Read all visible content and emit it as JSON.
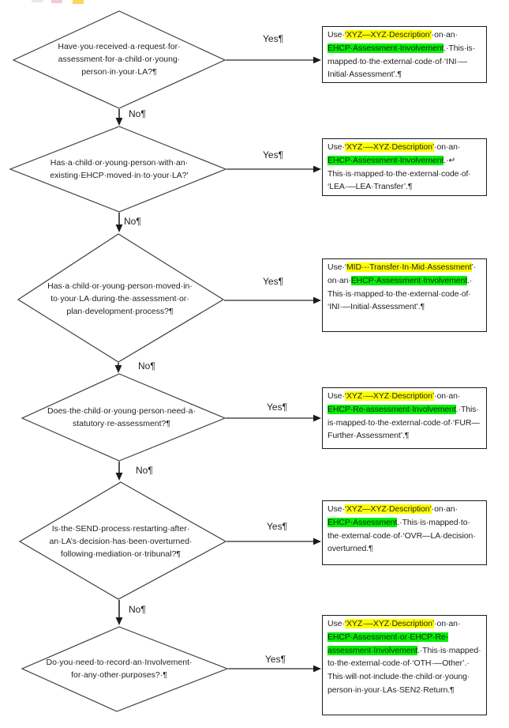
{
  "colors": {
    "highlight_yellow": "#ffff00",
    "highlight_green": "#00f000",
    "shape_stroke": "#3f3f3f",
    "connector": "#4d4d4d",
    "text": "#1f1f1f",
    "top_fragments": [
      "#e9e9e9",
      "#f4c9d8",
      "#ffd45e"
    ]
  },
  "decisions": [
    {
      "question": "Have·you·received·a·request·for·assessment·for·a·child·or·young·person·in·your·LA?¶",
      "yes_label": "Yes¶",
      "no_label": "No¶"
    },
    {
      "question": "Has·a·child·or·young·person·with·an·existing·EHCP·moved·in·to·your·LA?'",
      "yes_label": "Yes¶",
      "no_label": "No¶"
    },
    {
      "question": "Has·a·child·or·young·person·moved·in·to·your·LA·during·the·assessment·or·plan·development·process?¶",
      "yes_label": "Yes¶",
      "no_label": "No¶"
    },
    {
      "question": "Does·the·child·or·young·person·need·a·statutory·re-assessment?¶",
      "yes_label": "Yes¶",
      "no_label": "No¶"
    },
    {
      "question": "Is·the·SEND·process·restarting·after·an·LA’s·decision·has·been·overturned·following·mediation·or·tribunal?¶",
      "yes_label": "Yes¶",
      "no_label": "No¶"
    },
    {
      "question": "Do·you·need·to·record·an·Involvement·for·any·other·purposes?·¶",
      "yes_label": "Yes¶"
    }
  ],
  "results": [
    {
      "segments": [
        {
          "text": "Use·"
        },
        {
          "text": "‘XYZ—XYZ·Description’",
          "highlight": "yellow"
        },
        {
          "text": "·on·an·"
        },
        {
          "text": "EHCP·Assessment·Involvement",
          "highlight": "green"
        },
        {
          "text": ".·This·is·mapped·to·the·external·code·of·‘INI·—Initial·Assessment’.¶"
        }
      ]
    },
    {
      "segments": [
        {
          "text": "Use·"
        },
        {
          "text": "‘XYZ·—XYZ·Description’",
          "highlight": "yellow"
        },
        {
          "text": "·on·an·"
        },
        {
          "text": "EHCP·Assessment·Involvement",
          "highlight": "green"
        },
        {
          "text": ".·↵\nThis·is·mapped·to·the·external·code·of·‘LEA·—LEA·Transfer’.¶"
        }
      ]
    },
    {
      "segments": [
        {
          "text": "Use·‘"
        },
        {
          "text": "MID·-·Transfer·In·Mid·Assessment",
          "highlight": "yellow"
        },
        {
          "text": "’·on·an·"
        },
        {
          "text": "EHCP·Assessment·Involvement",
          "highlight": "green"
        },
        {
          "text": ".·This·is·mapped·to·the·external·code·of·‘INI·—Initial·Assessment’.¶"
        }
      ]
    },
    {
      "segments": [
        {
          "text": "Use·"
        },
        {
          "text": "‘XYZ·—XYZ·Description’",
          "highlight": "yellow"
        },
        {
          "text": "·on·an·"
        },
        {
          "text": "EHCP·Re-assessment·Involvement",
          "highlight": "green"
        },
        {
          "text": ".·This·is·mapped·to·the·external·code·of·‘FUR—Further·Assessment’.¶"
        }
      ]
    },
    {
      "segments": [
        {
          "text": "Use·"
        },
        {
          "text": "‘XYZ—XYZ·Description’",
          "highlight": "yellow"
        },
        {
          "text": "·on·an·"
        },
        {
          "text": "EHCP·Assessment",
          "highlight": "green"
        },
        {
          "text": ".·This·is·mapped·to·the·external·code·of·‘OVR—LA·decision·overturned.¶"
        }
      ]
    },
    {
      "segments": [
        {
          "text": "Use·"
        },
        {
          "text": "‘XYZ·—XYZ·Description’",
          "highlight": "yellow"
        },
        {
          "text": "·on·an·"
        },
        {
          "text": "EHCP·Assessment·or·EHCP·Re-assessment·Involvement",
          "highlight": "green"
        },
        {
          "text": ".·This·is·mapped·to·the·external·code·of·‘OTH·—Other’.·This·will·not·include·the·child·or·young·person·in·your·LAs·SEN2·Return.¶"
        }
      ]
    }
  ]
}
